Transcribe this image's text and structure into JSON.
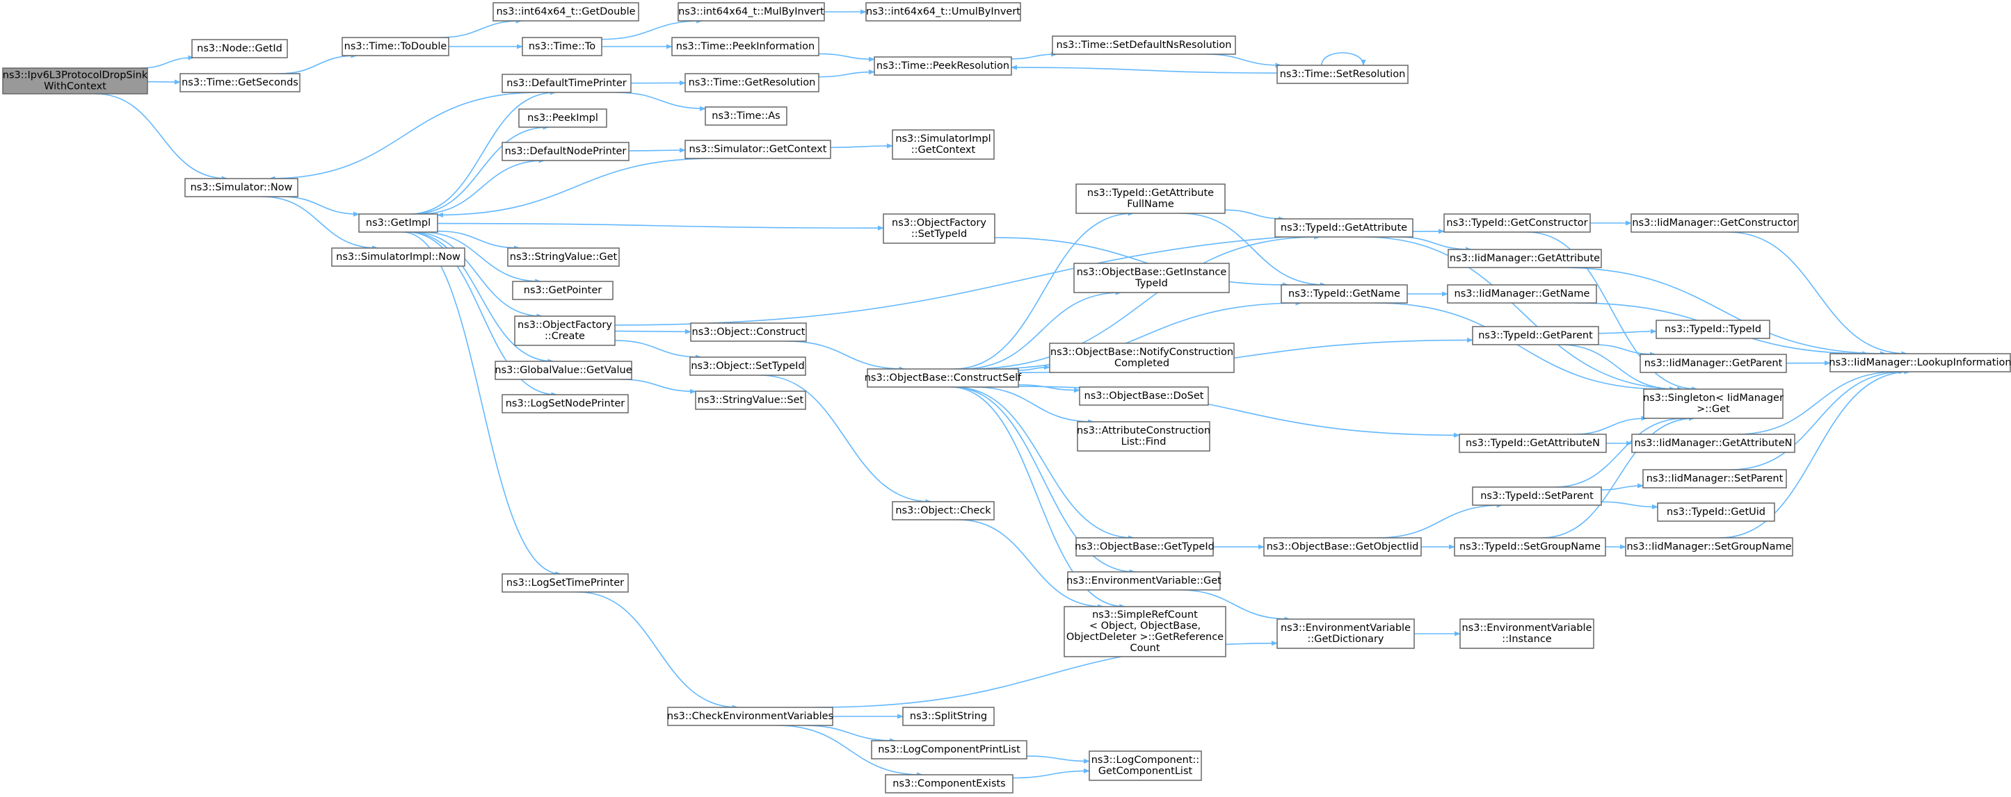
{
  "nodes": [
    {
      "id": "root",
      "lines": [
        "ns3::Ipv6L3ProtocolDropSink",
        "WithContext"
      ],
      "root": true
    },
    {
      "id": "node_getid",
      "lines": [
        "ns3::Node::GetId"
      ]
    },
    {
      "id": "time_getseconds",
      "lines": [
        "ns3::Time::GetSeconds"
      ]
    },
    {
      "id": "sim_now",
      "lines": [
        "ns3::Simulator::Now"
      ]
    },
    {
      "id": "time_todouble",
      "lines": [
        "ns3::Time::ToDouble"
      ]
    },
    {
      "id": "int64_getdouble",
      "lines": [
        "ns3::int64x64_t::GetDouble"
      ]
    },
    {
      "id": "time_to",
      "lines": [
        "ns3::Time::To"
      ]
    },
    {
      "id": "int64_mulbyinvert",
      "lines": [
        "ns3::int64x64_t::MulByInvert"
      ]
    },
    {
      "id": "int64_umulbyinvert",
      "lines": [
        "ns3::int64x64_t::UmulByInvert"
      ]
    },
    {
      "id": "time_peekinformation",
      "lines": [
        "ns3::Time::PeekInformation"
      ]
    },
    {
      "id": "time_peekresolution",
      "lines": [
        "ns3::Time::PeekResolution"
      ]
    },
    {
      "id": "time_setdefaultns",
      "lines": [
        "ns3::Time::SetDefaultNsResolution"
      ]
    },
    {
      "id": "time_setresolution",
      "lines": [
        "ns3::Time::SetResolution"
      ]
    },
    {
      "id": "defaulttimeprinter",
      "lines": [
        "ns3::DefaultTimePrinter"
      ]
    },
    {
      "id": "time_getresolution",
      "lines": [
        "ns3::Time::GetResolution"
      ]
    },
    {
      "id": "time_as",
      "lines": [
        "ns3::Time::As"
      ]
    },
    {
      "id": "peekimpl",
      "lines": [
        "ns3::PeekImpl"
      ]
    },
    {
      "id": "defaultnodeprinter",
      "lines": [
        "ns3::DefaultNodePrinter"
      ]
    },
    {
      "id": "sim_getcontext",
      "lines": [
        "ns3::Simulator::GetContext"
      ]
    },
    {
      "id": "simimpl_getcontext",
      "lines": [
        "ns3::SimulatorImpl",
        "::GetContext"
      ]
    },
    {
      "id": "getimpl",
      "lines": [
        "ns3::GetImpl"
      ]
    },
    {
      "id": "simimpl_now",
      "lines": [
        "ns3::SimulatorImpl::Now"
      ]
    },
    {
      "id": "objfactory_settypeid",
      "lines": [
        "ns3::ObjectFactory",
        "::SetTypeId"
      ]
    },
    {
      "id": "stringvalue_get",
      "lines": [
        "ns3::StringValue::Get"
      ]
    },
    {
      "id": "getpointer",
      "lines": [
        "ns3::GetPointer"
      ]
    },
    {
      "id": "objfactory_create",
      "lines": [
        "ns3::ObjectFactory",
        "::Create"
      ]
    },
    {
      "id": "object_construct",
      "lines": [
        "ns3::Object::Construct"
      ]
    },
    {
      "id": "globalvalue_getvalue",
      "lines": [
        "ns3::GlobalValue::GetValue"
      ]
    },
    {
      "id": "object_settypeid",
      "lines": [
        "ns3::Object::SetTypeId"
      ]
    },
    {
      "id": "stringvalue_set",
      "lines": [
        "ns3::StringValue::Set"
      ]
    },
    {
      "id": "logsetnodeprinter",
      "lines": [
        "ns3::LogSetNodePrinter"
      ]
    },
    {
      "id": "objbase_constructself",
      "lines": [
        "ns3::ObjectBase::ConstructSelf"
      ]
    },
    {
      "id": "typeid_getattributefullname",
      "lines": [
        "ns3::TypeId::GetAttribute",
        "FullName"
      ]
    },
    {
      "id": "typeid_getattribute",
      "lines": [
        "ns3::TypeId::GetAttribute"
      ]
    },
    {
      "id": "typeid_getconstructor",
      "lines": [
        "ns3::TypeId::GetConstructor"
      ]
    },
    {
      "id": "iid_getconstructor",
      "lines": [
        "ns3::IidManager::GetConstructor"
      ]
    },
    {
      "id": "iid_getattribute",
      "lines": [
        "ns3::IidManager::GetAttribute"
      ]
    },
    {
      "id": "objbase_getinstancetypeid",
      "lines": [
        "ns3::ObjectBase::GetInstance",
        "TypeId"
      ]
    },
    {
      "id": "typeid_getname",
      "lines": [
        "ns3::TypeId::GetName"
      ]
    },
    {
      "id": "iid_getname",
      "lines": [
        "ns3::IidManager::GetName"
      ]
    },
    {
      "id": "typeid_getparent",
      "lines": [
        "ns3::TypeId::GetParent"
      ]
    },
    {
      "id": "typeid_typeid",
      "lines": [
        "ns3::TypeId::TypeId"
      ]
    },
    {
      "id": "iid_getparent",
      "lines": [
        "ns3::IidManager::GetParent"
      ]
    },
    {
      "id": "iid_lookupinformation",
      "lines": [
        "ns3::IidManager::LookupInformation"
      ]
    },
    {
      "id": "objbase_notifyconstruction",
      "lines": [
        "ns3::ObjectBase::NotifyConstruction",
        "Completed"
      ]
    },
    {
      "id": "objbase_doset",
      "lines": [
        "ns3::ObjectBase::DoSet"
      ]
    },
    {
      "id": "singleton_get",
      "lines": [
        "ns3::Singleton< IidManager",
        " >::Get"
      ]
    },
    {
      "id": "attrconstruction_find",
      "lines": [
        "ns3::AttributeConstruction",
        "List::Find"
      ]
    },
    {
      "id": "typeid_getattributen",
      "lines": [
        "ns3::TypeId::GetAttributeN"
      ]
    },
    {
      "id": "iid_getattributen",
      "lines": [
        "ns3::IidManager::GetAttributeN"
      ]
    },
    {
      "id": "typeid_setparent",
      "lines": [
        "ns3::TypeId::SetParent"
      ]
    },
    {
      "id": "iid_setparent",
      "lines": [
        "ns3::IidManager::SetParent"
      ]
    },
    {
      "id": "typeid_getuid",
      "lines": [
        "ns3::TypeId::GetUid"
      ]
    },
    {
      "id": "object_check",
      "lines": [
        "ns3::Object::Check"
      ]
    },
    {
      "id": "objbase_gettypeid",
      "lines": [
        "ns3::ObjectBase::GetTypeId"
      ]
    },
    {
      "id": "objbase_getobjectiid",
      "lines": [
        "ns3::ObjectBase::GetObjectIid"
      ]
    },
    {
      "id": "typeid_setgroupname",
      "lines": [
        "ns3::TypeId::SetGroupName"
      ]
    },
    {
      "id": "iid_setgroupname",
      "lines": [
        "ns3::IidManager::SetGroupName"
      ]
    },
    {
      "id": "logsettimeprinter",
      "lines": [
        "ns3::LogSetTimePrinter"
      ]
    },
    {
      "id": "envvar_get",
      "lines": [
        "ns3::EnvironmentVariable::Get"
      ]
    },
    {
      "id": "simplerefcount",
      "lines": [
        "ns3::SimpleRefCount",
        "< Object, ObjectBase,",
        " ObjectDeleter >::GetReference",
        "Count"
      ]
    },
    {
      "id": "envvar_getdictionary",
      "lines": [
        "ns3::EnvironmentVariable",
        "::GetDictionary"
      ]
    },
    {
      "id": "envvar_instance",
      "lines": [
        "ns3::EnvironmentVariable",
        "::Instance"
      ]
    },
    {
      "id": "checkenvvars",
      "lines": [
        "ns3::CheckEnvironmentVariables"
      ]
    },
    {
      "id": "splitstring",
      "lines": [
        "ns3::SplitString"
      ]
    },
    {
      "id": "logcomponentprintlist",
      "lines": [
        "ns3::LogComponentPrintList"
      ]
    },
    {
      "id": "logcomponent_getlist",
      "lines": [
        "ns3::LogComponent::",
        "GetComponentList"
      ]
    },
    {
      "id": "componentexists",
      "lines": [
        "ns3::ComponentExists"
      ]
    }
  ],
  "edges": [
    [
      "root",
      "node_getid"
    ],
    [
      "root",
      "time_getseconds"
    ],
    [
      "root",
      "sim_now"
    ],
    [
      "time_getseconds",
      "time_todouble"
    ],
    [
      "time_todouble",
      "int64_getdouble"
    ],
    [
      "time_todouble",
      "time_to"
    ],
    [
      "time_to",
      "int64_mulbyinvert"
    ],
    [
      "time_to",
      "time_peekinformation"
    ],
    [
      "int64_mulbyinvert",
      "int64_umulbyinvert"
    ],
    [
      "time_peekinformation",
      "time_peekresolution"
    ],
    [
      "time_peekresolution",
      "time_setdefaultns"
    ],
    [
      "time_setdefaultns",
      "time_setresolution"
    ],
    [
      "time_setresolution",
      "time_peekresolution"
    ],
    [
      "time_setresolution",
      "time_setresolution"
    ],
    [
      "sim_now",
      "getimpl"
    ],
    [
      "sim_now",
      "simimpl_now"
    ],
    [
      "getimpl",
      "defaulttimeprinter"
    ],
    [
      "getimpl",
      "peekimpl"
    ],
    [
      "getimpl",
      "defaultnodeprinter"
    ],
    [
      "getimpl",
      "objfactory_settypeid"
    ],
    [
      "getimpl",
      "stringvalue_get"
    ],
    [
      "getimpl",
      "getpointer"
    ],
    [
      "getimpl",
      "objfactory_create"
    ],
    [
      "getimpl",
      "globalvalue_getvalue"
    ],
    [
      "getimpl",
      "logsetnodeprinter"
    ],
    [
      "getimpl",
      "logsettimeprinter"
    ],
    [
      "defaulttimeprinter",
      "sim_now"
    ],
    [
      "defaulttimeprinter",
      "time_getresolution"
    ],
    [
      "defaulttimeprinter",
      "time_as"
    ],
    [
      "time_getresolution",
      "time_peekresolution"
    ],
    [
      "defaultnodeprinter",
      "sim_getcontext"
    ],
    [
      "sim_getcontext",
      "simimpl_getcontext"
    ],
    [
      "sim_getcontext",
      "getimpl"
    ],
    [
      "objfactory_settypeid",
      "typeid_getname"
    ],
    [
      "objfactory_create",
      "object_construct"
    ],
    [
      "objfactory_create",
      "object_settypeid"
    ],
    [
      "objfactory_create",
      "typeid_getconstructor"
    ],
    [
      "globalvalue_getvalue",
      "stringvalue_set"
    ],
    [
      "object_construct",
      "objbase_constructself"
    ],
    [
      "object_settypeid",
      "object_check"
    ],
    [
      "objbase_constructself",
      "typeid_getattributefullname"
    ],
    [
      "objbase_constructself",
      "typeid_getattribute"
    ],
    [
      "objbase_constructself",
      "objbase_getinstancetypeid"
    ],
    [
      "objbase_constructself",
      "typeid_getname"
    ],
    [
      "objbase_constructself",
      "objbase_notifyconstruction"
    ],
    [
      "objbase_constructself",
      "objbase_doset"
    ],
    [
      "objbase_constructself",
      "attrconstruction_find"
    ],
    [
      "objbase_constructself",
      "typeid_getattributen"
    ],
    [
      "objbase_constructself",
      "typeid_getparent"
    ],
    [
      "objbase_constructself",
      "objbase_gettypeid"
    ],
    [
      "objbase_constructself",
      "envvar_get"
    ],
    [
      "objbase_constructself",
      "simplerefcount"
    ],
    [
      "typeid_getattributefullname",
      "typeid_getattribute"
    ],
    [
      "typeid_getattributefullname",
      "typeid_getname"
    ],
    [
      "typeid_getattribute",
      "iid_getattribute"
    ],
    [
      "typeid_getattribute",
      "singleton_get"
    ],
    [
      "typeid_getconstructor",
      "iid_getconstructor"
    ],
    [
      "typeid_getconstructor",
      "singleton_get"
    ],
    [
      "iid_getconstructor",
      "iid_lookupinformation"
    ],
    [
      "iid_getattribute",
      "iid_lookupinformation"
    ],
    [
      "typeid_getname",
      "iid_getname"
    ],
    [
      "typeid_getname",
      "singleton_get"
    ],
    [
      "iid_getname",
      "iid_lookupinformation"
    ],
    [
      "typeid_getparent",
      "typeid_typeid"
    ],
    [
      "typeid_getparent",
      "iid_getparent"
    ],
    [
      "typeid_getparent",
      "singleton_get"
    ],
    [
      "iid_getparent",
      "iid_lookupinformation"
    ],
    [
      "typeid_getattributen",
      "iid_getattributen"
    ],
    [
      "typeid_getattributen",
      "singleton_get"
    ],
    [
      "iid_getattributen",
      "iid_lookupinformation"
    ],
    [
      "typeid_setparent",
      "iid_setparent"
    ],
    [
      "typeid_setparent",
      "typeid_getuid"
    ],
    [
      "typeid_setparent",
      "singleton_get"
    ],
    [
      "iid_setparent",
      "iid_lookupinformation"
    ],
    [
      "objbase_gettypeid",
      "objbase_getobjectiid"
    ],
    [
      "objbase_getobjectiid",
      "typeid_setparent"
    ],
    [
      "objbase_getobjectiid",
      "typeid_setgroupname"
    ],
    [
      "typeid_setgroupname",
      "iid_setgroupname"
    ],
    [
      "typeid_setgroupname",
      "singleton_get"
    ],
    [
      "iid_setgroupname",
      "iid_lookupinformation"
    ],
    [
      "object_check",
      "simplerefcount"
    ],
    [
      "logsettimeprinter",
      "checkenvvars"
    ],
    [
      "envvar_get",
      "envvar_getdictionary"
    ],
    [
      "envvar_getdictionary",
      "envvar_instance"
    ],
    [
      "checkenvvars",
      "envvar_getdictionary"
    ],
    [
      "checkenvvars",
      "splitstring"
    ],
    [
      "checkenvvars",
      "logcomponentprintlist"
    ],
    [
      "checkenvvars",
      "componentexists"
    ],
    [
      "logcomponentprintlist",
      "logcomponent_getlist"
    ],
    [
      "componentexists",
      "logcomponent_getlist"
    ]
  ],
  "colors": {
    "edge": "#63b8ff",
    "node_border": "#666666",
    "root_fill": "#999999"
  }
}
